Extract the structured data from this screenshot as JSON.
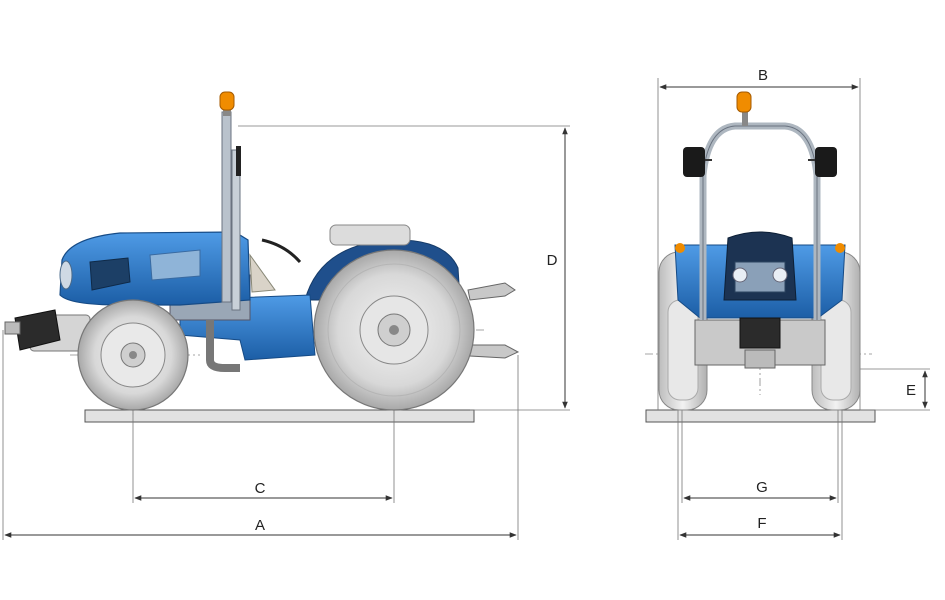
{
  "dimensions": {
    "A": "A",
    "B": "B",
    "C": "C",
    "D": "D",
    "E": "E",
    "F": "F",
    "G": "G"
  },
  "colors": {
    "body_blue": "#2f7fd0",
    "body_blue_dark": "#1f5fa8",
    "tire": "#d9d9d9",
    "beacon": "#f08c00",
    "ground": "#e2e2e2"
  },
  "views": [
    "side-view",
    "front-view"
  ]
}
